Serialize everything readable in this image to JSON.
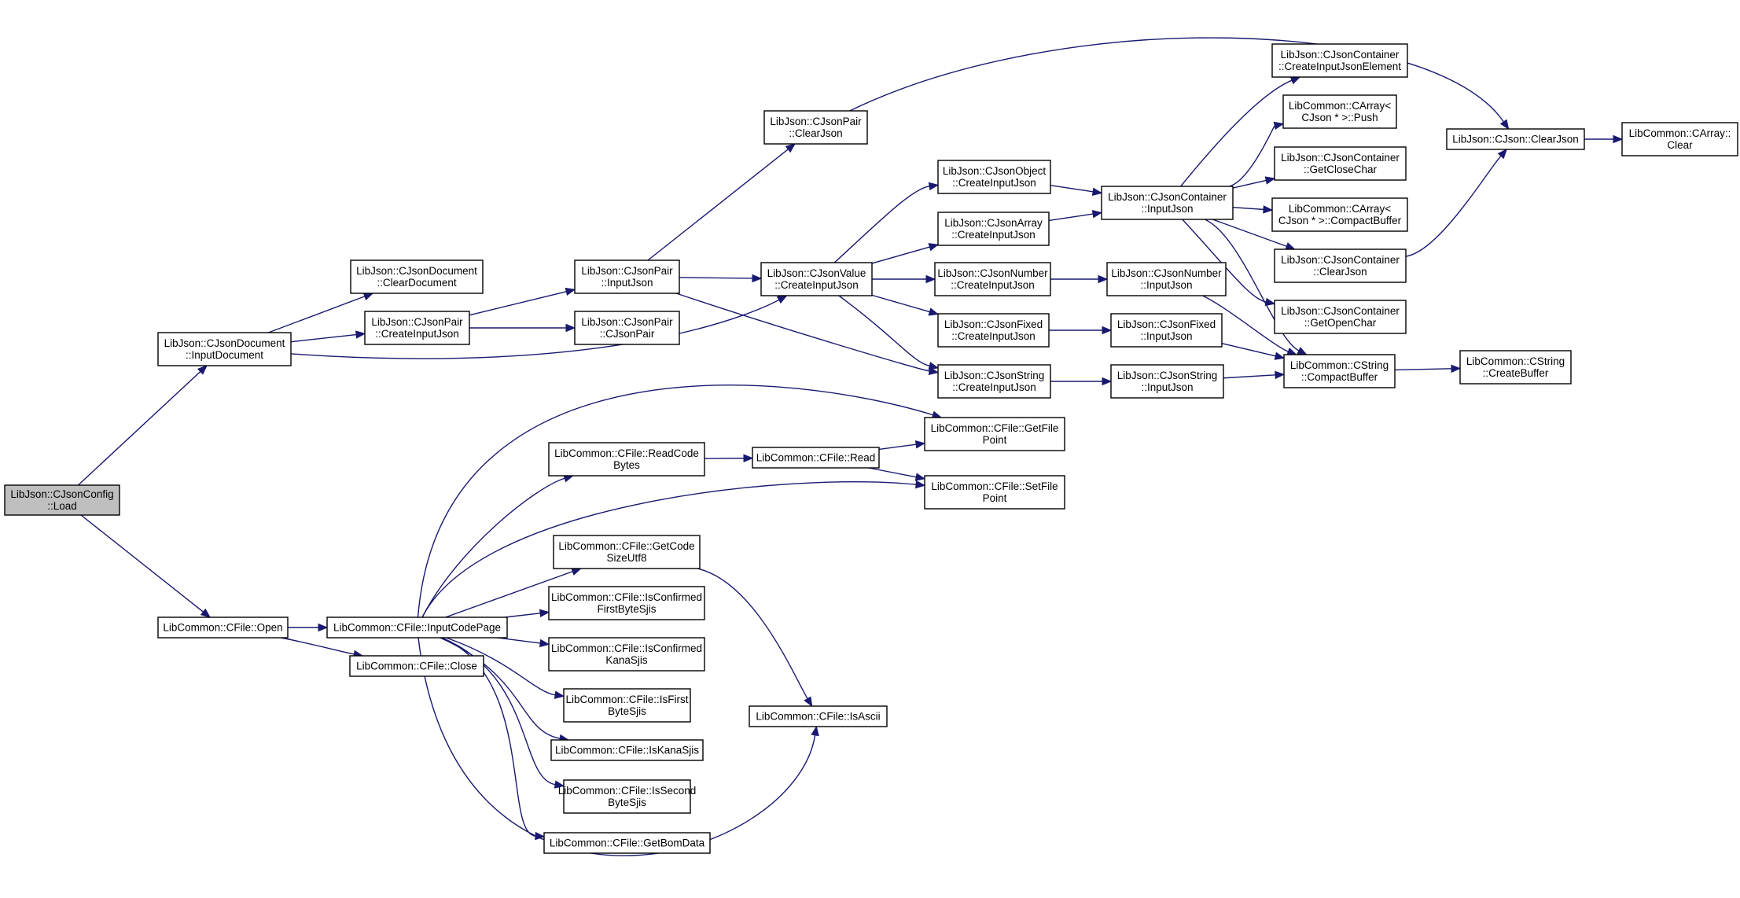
{
  "graph": {
    "nodes": [
      {
        "id": "load",
        "lines": [
          "LibJson::CJsonConfig",
          "::Load"
        ],
        "highlight": true
      },
      {
        "id": "inputdocument",
        "lines": [
          "LibJson::CJsonDocument",
          "::InputDocument"
        ]
      },
      {
        "id": "cfile_open",
        "lines": [
          "LibCommon::CFile::Open"
        ]
      },
      {
        "id": "cleardocument",
        "lines": [
          "LibJson::CJsonDocument",
          "::ClearDocument"
        ]
      },
      {
        "id": "pair_createinputjson",
        "lines": [
          "LibJson::CJsonPair",
          "::CreateInputJson"
        ]
      },
      {
        "id": "pair_inputjson",
        "lines": [
          "LibJson::CJsonPair",
          "::InputJson"
        ]
      },
      {
        "id": "pair_cjsonpair",
        "lines": [
          "LibJson::CJsonPair",
          "::CJsonPair"
        ]
      },
      {
        "id": "pair_clearjson",
        "lines": [
          "LibJson::CJsonPair",
          "::ClearJson"
        ]
      },
      {
        "id": "value_createinputjson",
        "lines": [
          "LibJson::CJsonValue",
          "::CreateInputJson"
        ]
      },
      {
        "id": "object_createinputjson",
        "lines": [
          "LibJson::CJsonObject",
          "::CreateInputJson"
        ]
      },
      {
        "id": "array_createinputjson",
        "lines": [
          "LibJson::CJsonArray",
          "::CreateInputJson"
        ]
      },
      {
        "id": "number_createinputjson",
        "lines": [
          "LibJson::CJsonNumber",
          "::CreateInputJson"
        ]
      },
      {
        "id": "fixed_createinputjson",
        "lines": [
          "LibJson::CJsonFixed",
          "::CreateInputJson"
        ]
      },
      {
        "id": "string_createinputjson",
        "lines": [
          "LibJson::CJsonString",
          "::CreateInputJson"
        ]
      },
      {
        "id": "container_inputjson",
        "lines": [
          "LibJson::CJsonContainer",
          "::InputJson"
        ]
      },
      {
        "id": "number_inputjson",
        "lines": [
          "LibJson::CJsonNumber",
          "::InputJson"
        ]
      },
      {
        "id": "fixed_inputjson",
        "lines": [
          "LibJson::CJsonFixed",
          "::InputJson"
        ]
      },
      {
        "id": "string_inputjson",
        "lines": [
          "LibJson::CJsonString",
          "::InputJson"
        ]
      },
      {
        "id": "container_createinputjsonelement",
        "lines": [
          "LibJson::CJsonContainer",
          "::CreateInputJsonElement"
        ]
      },
      {
        "id": "carray_push",
        "lines": [
          "LibCommon::CArray<",
          "CJson * >::Push"
        ]
      },
      {
        "id": "container_getclosechar",
        "lines": [
          "LibJson::CJsonContainer",
          "::GetCloseChar"
        ]
      },
      {
        "id": "carray_compactbuffer",
        "lines": [
          "LibCommon::CArray<",
          "CJson * >::CompactBuffer"
        ]
      },
      {
        "id": "container_clearjson",
        "lines": [
          "LibJson::CJsonContainer",
          "::ClearJson"
        ]
      },
      {
        "id": "container_getopenchar",
        "lines": [
          "LibJson::CJsonContainer",
          "::GetOpenChar"
        ]
      },
      {
        "id": "cjson_clearjson",
        "lines": [
          "LibJson::CJson::ClearJson"
        ]
      },
      {
        "id": "carray_clear",
        "lines": [
          "LibCommon::CArray::",
          "Clear"
        ]
      },
      {
        "id": "cstring_compactbuffer",
        "lines": [
          "LibCommon::CString",
          "::CompactBuffer"
        ]
      },
      {
        "id": "cstring_createbuffer",
        "lines": [
          "LibCommon::CString",
          "::CreateBuffer"
        ]
      },
      {
        "id": "cfile_inputcodepage",
        "lines": [
          "LibCommon::CFile::InputCodePage"
        ]
      },
      {
        "id": "cfile_close",
        "lines": [
          "LibCommon::CFile::Close"
        ]
      },
      {
        "id": "cfile_readcodebytes",
        "lines": [
          "LibCommon::CFile::ReadCode",
          "Bytes"
        ]
      },
      {
        "id": "cfile_read",
        "lines": [
          "LibCommon::CFile::Read"
        ]
      },
      {
        "id": "cfile_getfilepoint",
        "lines": [
          "LibCommon::CFile::GetFile",
          "Point"
        ]
      },
      {
        "id": "cfile_setfilepoint",
        "lines": [
          "LibCommon::CFile::SetFile",
          "Point"
        ]
      },
      {
        "id": "cfile_getcodesizeutf8",
        "lines": [
          "LibCommon::CFile::GetCode",
          "SizeUtf8"
        ]
      },
      {
        "id": "cfile_isconfirmedfirstbytesjis",
        "lines": [
          "LibCommon::CFile::IsConfirmed",
          "FirstByteSjis"
        ]
      },
      {
        "id": "cfile_isconfirmedkanasjis",
        "lines": [
          "LibCommon::CFile::IsConfirmed",
          "KanaSjis"
        ]
      },
      {
        "id": "cfile_isfirstbytesjis",
        "lines": [
          "LibCommon::CFile::IsFirst",
          "ByteSjis"
        ]
      },
      {
        "id": "cfile_iskanasjis",
        "lines": [
          "LibCommon::CFile::IsKanaSjis"
        ]
      },
      {
        "id": "cfile_issecondbytesjis",
        "lines": [
          "LibCommon::CFile::IsSecond",
          "ByteSjis"
        ]
      },
      {
        "id": "cfile_getbomdata",
        "lines": [
          "LibCommon::CFile::GetBomData"
        ]
      },
      {
        "id": "cfile_isascii",
        "lines": [
          "LibCommon::CFile::IsAscii"
        ]
      }
    ],
    "edges": [
      [
        "load",
        "inputdocument"
      ],
      [
        "load",
        "cfile_open"
      ],
      [
        "inputdocument",
        "cleardocument"
      ],
      [
        "inputdocument",
        "pair_createinputjson"
      ],
      [
        "inputdocument",
        "value_createinputjson"
      ],
      [
        "pair_createinputjson",
        "pair_inputjson"
      ],
      [
        "pair_createinputjson",
        "pair_cjsonpair"
      ],
      [
        "pair_inputjson",
        "pair_clearjson"
      ],
      [
        "pair_inputjson",
        "value_createinputjson"
      ],
      [
        "pair_inputjson",
        "string_createinputjson"
      ],
      [
        "pair_clearjson",
        "cjson_clearjson"
      ],
      [
        "value_createinputjson",
        "object_createinputjson"
      ],
      [
        "value_createinputjson",
        "array_createinputjson"
      ],
      [
        "value_createinputjson",
        "number_createinputjson"
      ],
      [
        "value_createinputjson",
        "fixed_createinputjson"
      ],
      [
        "value_createinputjson",
        "string_createinputjson"
      ],
      [
        "object_createinputjson",
        "container_inputjson"
      ],
      [
        "array_createinputjson",
        "container_inputjson"
      ],
      [
        "number_createinputjson",
        "number_inputjson"
      ],
      [
        "fixed_createinputjson",
        "fixed_inputjson"
      ],
      [
        "string_createinputjson",
        "string_inputjson"
      ],
      [
        "container_inputjson",
        "container_createinputjsonelement"
      ],
      [
        "container_inputjson",
        "carray_push"
      ],
      [
        "container_inputjson",
        "container_getclosechar"
      ],
      [
        "container_inputjson",
        "carray_compactbuffer"
      ],
      [
        "container_inputjson",
        "container_clearjson"
      ],
      [
        "container_inputjson",
        "container_getopenchar"
      ],
      [
        "container_inputjson",
        "cstring_compactbuffer"
      ],
      [
        "number_inputjson",
        "cstring_compactbuffer"
      ],
      [
        "fixed_inputjson",
        "cstring_compactbuffer"
      ],
      [
        "string_inputjson",
        "cstring_compactbuffer"
      ],
      [
        "container_clearjson",
        "cjson_clearjson"
      ],
      [
        "cjson_clearjson",
        "carray_clear"
      ],
      [
        "cstring_compactbuffer",
        "cstring_createbuffer"
      ],
      [
        "cfile_open",
        "cfile_inputcodepage"
      ],
      [
        "cfile_open",
        "cfile_close"
      ],
      [
        "cfile_inputcodepage",
        "cfile_readcodebytes"
      ],
      [
        "cfile_inputcodepage",
        "cfile_getfilepoint"
      ],
      [
        "cfile_inputcodepage",
        "cfile_setfilepoint"
      ],
      [
        "cfile_inputcodepage",
        "cfile_getcodesizeutf8"
      ],
      [
        "cfile_inputcodepage",
        "cfile_isconfirmedfirstbytesjis"
      ],
      [
        "cfile_inputcodepage",
        "cfile_isconfirmedkanasjis"
      ],
      [
        "cfile_inputcodepage",
        "cfile_isfirstbytesjis"
      ],
      [
        "cfile_inputcodepage",
        "cfile_iskanasjis"
      ],
      [
        "cfile_inputcodepage",
        "cfile_issecondbytesjis"
      ],
      [
        "cfile_inputcodepage",
        "cfile_getbomdata"
      ],
      [
        "cfile_inputcodepage",
        "cfile_isascii"
      ],
      [
        "cfile_readcodebytes",
        "cfile_read"
      ],
      [
        "cfile_read",
        "cfile_getfilepoint"
      ],
      [
        "cfile_read",
        "cfile_setfilepoint"
      ],
      [
        "cfile_getcodesizeutf8",
        "cfile_isascii"
      ]
    ]
  }
}
